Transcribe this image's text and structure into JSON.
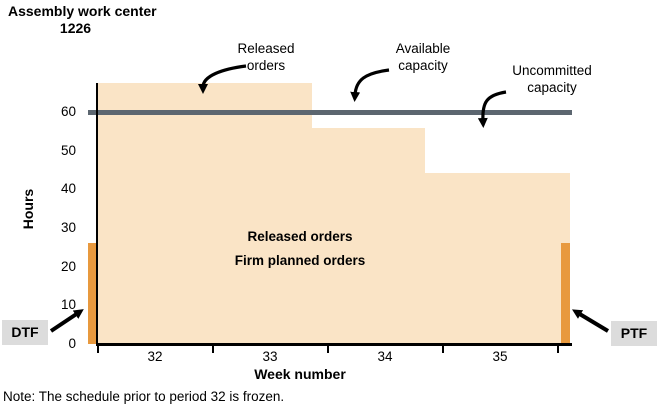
{
  "title": {
    "line1": "Assembly work center",
    "line2": "1226"
  },
  "chart_data": {
    "type": "area",
    "title": "Assembly work center 1226",
    "xlabel": "Week number",
    "ylabel": "Hours",
    "x_axis": {
      "label": "Week number",
      "ticks": [
        32,
        33,
        34,
        35
      ]
    },
    "y_axis": {
      "label": "Hours",
      "ticks": [
        0,
        10,
        20,
        30,
        40,
        50,
        60
      ]
    },
    "ylim": [
      0,
      70
    ],
    "grid": false,
    "series": [
      {
        "name": "Released orders / Firm planned orders",
        "type": "step-area",
        "steps": [
          {
            "week_start": 32.0,
            "week_end": 33.9,
            "hours": 67
          },
          {
            "week_start": 33.9,
            "week_end": 34.85,
            "hours": 56
          },
          {
            "week_start": 34.85,
            "week_end": 36.0,
            "hours": 44
          }
        ]
      },
      {
        "name": "Available capacity",
        "type": "horizontal-line",
        "value": 60
      }
    ],
    "fences": {
      "dtf_week": 32.0,
      "ptf_week": 36.0,
      "fence_bar_hours": 26
    },
    "area_labels": [
      "Released orders",
      "Firm planned orders"
    ]
  },
  "annotations": {
    "released_orders": {
      "line1": "Released",
      "line2": "orders"
    },
    "available_capacity": {
      "line1": "Available",
      "line2": "capacity"
    },
    "uncommitted_capacity": {
      "line1": "Uncommitted",
      "line2": "capacity"
    }
  },
  "fences": {
    "dtf_label": "DTF",
    "ptf_label": "PTF"
  },
  "note": {
    "text": "Note: The schedule prior to period 32 is frozen."
  },
  "colors": {
    "area": "#FAE4C6",
    "fence_bar": "#E8993E",
    "capacity_line": "#5C6670",
    "fence_label_bg": "#DCDCDC"
  }
}
